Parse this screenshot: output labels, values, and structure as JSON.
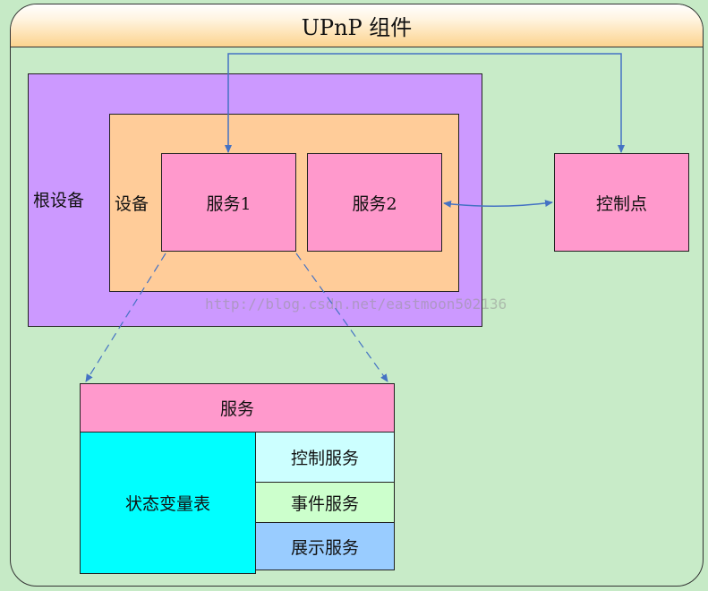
{
  "title": "UPnP 组件",
  "root_device": "根设备",
  "device": "设备",
  "service1": "服务1",
  "service2": "服务2",
  "control_point": "控制点",
  "service_detail": {
    "header": "服务",
    "state_table": "状态变量表",
    "control": "控制服务",
    "event": "事件服务",
    "presentation": "展示服务"
  },
  "watermark": "http://blog.csdn.net/eastmoon502136",
  "colors": {
    "root_device": "#cc99ff",
    "device": "#ffcc99",
    "service": "#ff99cc",
    "state_table": "#00ffff",
    "control": "#ccffff",
    "event": "#ccffcc",
    "presentation": "#99ccff",
    "arrow": "#4472c4"
  }
}
